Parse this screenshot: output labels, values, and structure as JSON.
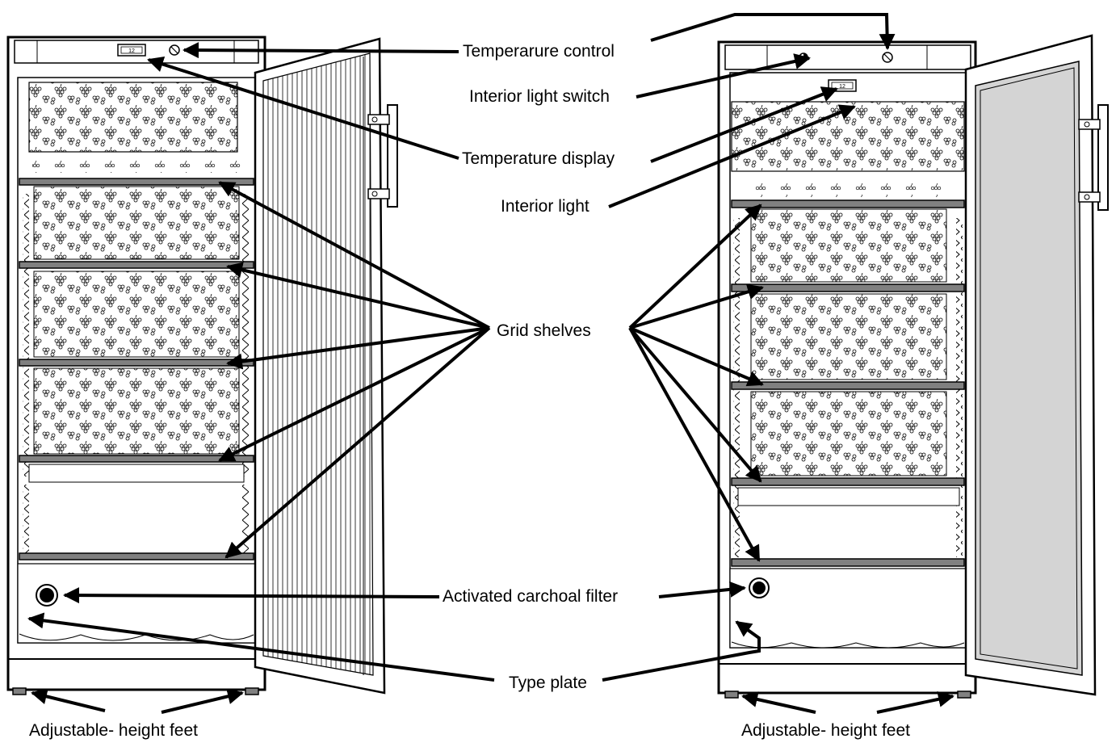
{
  "labels": {
    "temperature_control": "Temperarure control",
    "interior_light_switch": "Interior light switch",
    "temperature_display": "Temperature display",
    "interior_light": "Interior light",
    "grid_shelves": "Grid shelves",
    "charcoal_filter": "Activated carchoal filter",
    "type_plate": "Type plate",
    "feet_left": "Adjustable- height feet",
    "feet_right": "Adjustable- height feet"
  },
  "display_readout": {
    "left": "12",
    "right": "12"
  },
  "colors": {
    "line": "#000000",
    "shelf": "#808080",
    "glass": "#d4d4d4",
    "background": "#ffffff"
  }
}
